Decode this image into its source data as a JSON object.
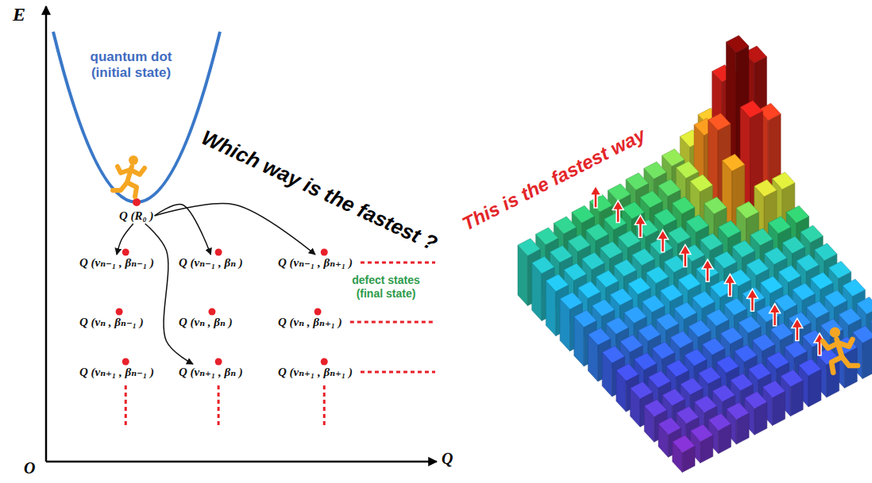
{
  "diagram": {
    "nodes": [
      {
        "text": [
          "Q (R₀ )"
        ]
      },
      {
        "text": [
          "Q (vₙ₋₁ , βₙ₋₁ )"
        ]
      },
      {
        "text": [
          "Q (vₙ₋₁ , βₙ )"
        ]
      },
      {
        "text": [
          "Q (vₙ₋₁ , βₙ₊₁ )"
        ]
      },
      {
        "text": [
          "Q (vₙ , βₙ₋₁ )"
        ]
      },
      {
        "text": [
          "Q (vₙ , βₙ )"
        ]
      },
      {
        "text": [
          "Q (vₙ , βₙ₊₁ )"
        ]
      },
      {
        "text": [
          "Q (vₙ₊₁ , βₙ₋₁ )"
        ]
      },
      {
        "text": [
          "Q (vₙ₊₁ , βₙ )"
        ]
      },
      {
        "text": [
          "Q (vₙ₊₁ , βₙ₊₁ )"
        ]
      }
    ],
    "edges": [
      {
        "from": 0,
        "to": 1,
        "arrow": "to"
      },
      {
        "from": 0,
        "to": 2,
        "arrow": "to"
      },
      {
        "from": 0,
        "to": 3,
        "arrow": "to"
      },
      {
        "from": 0,
        "to": 8,
        "arrow": "to"
      }
    ],
    "labels": [
      "E",
      "O",
      "Q",
      "quantum dot (initial state)",
      "Which way is the fastest ?",
      "defect states (final state)",
      "This is the fastest way"
    ]
  }
}
